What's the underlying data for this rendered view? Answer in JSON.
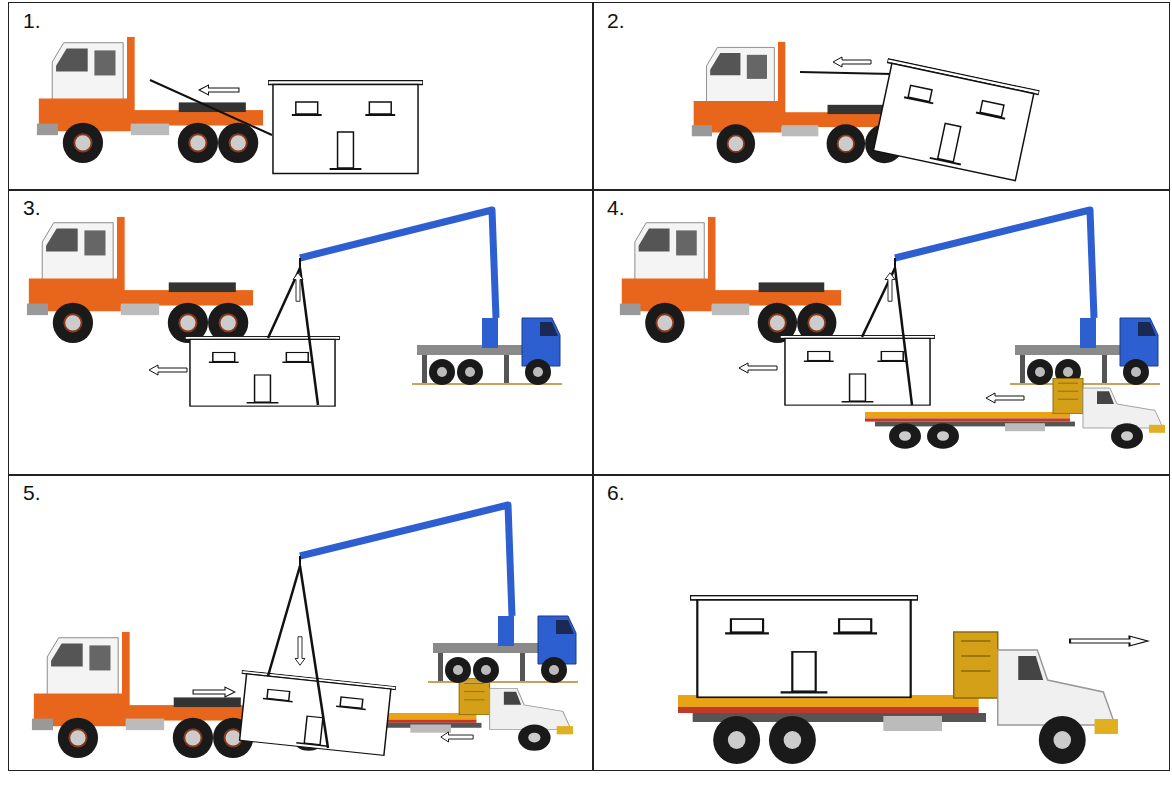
{
  "diagram": {
    "nodes": [
      {
        "text": [
          "1."
        ]
      },
      {
        "text": [
          "2."
        ]
      },
      {
        "text": [
          "3."
        ]
      },
      {
        "text": [
          "4."
        ]
      },
      {
        "text": [
          "5."
        ]
      },
      {
        "text": [
          "6."
        ]
      }
    ]
  }
}
